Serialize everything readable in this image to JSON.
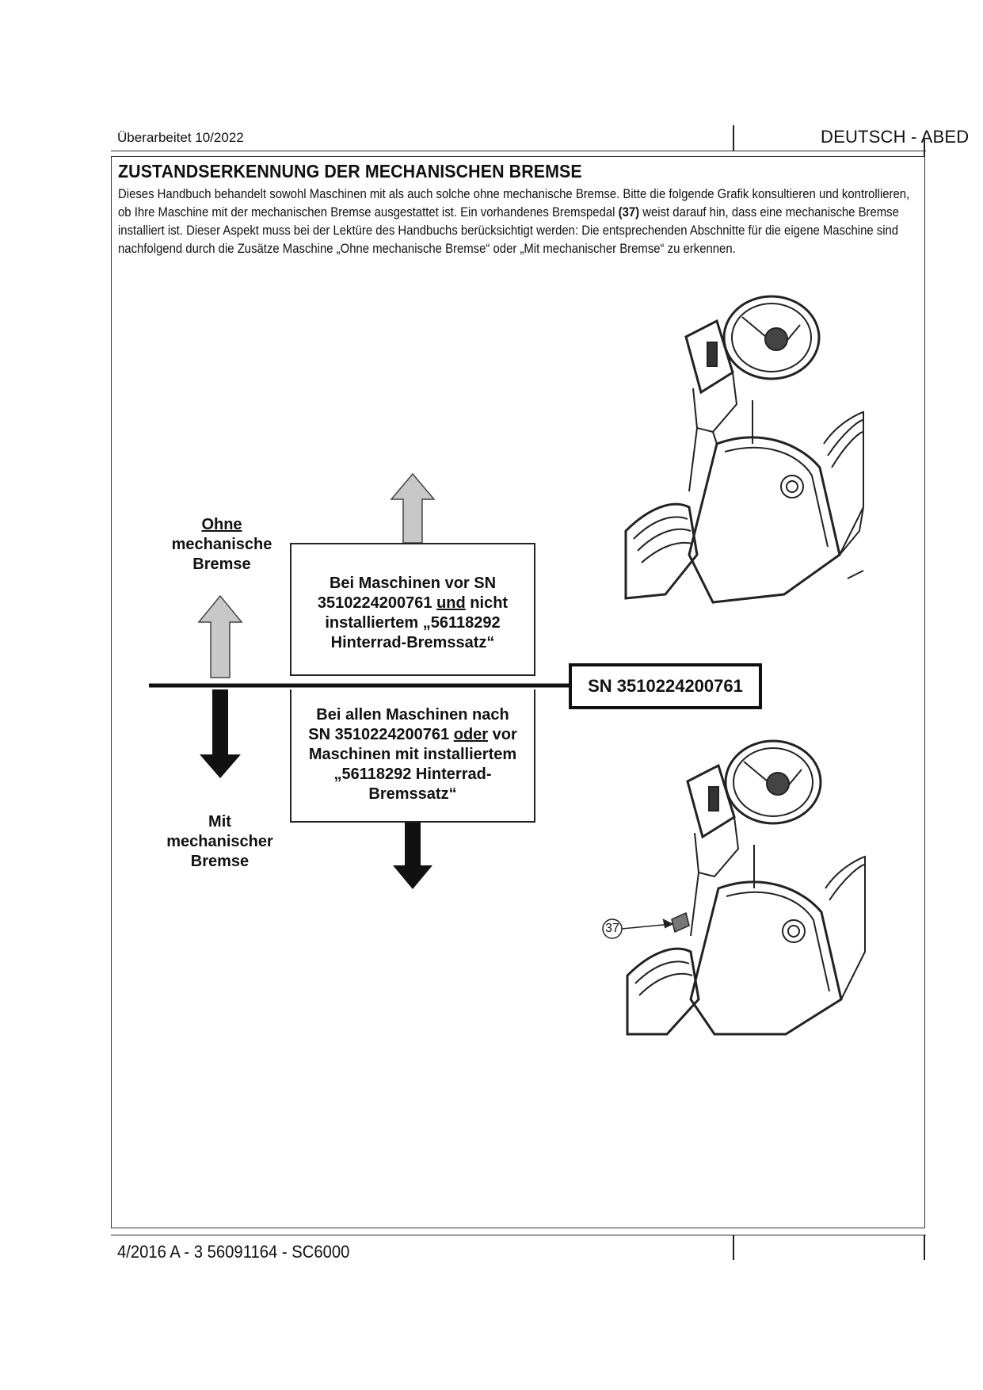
{
  "header": {
    "revision": "Überarbeitet 10/2022",
    "language": "DEUTSCH - ABED"
  },
  "section": {
    "title": "ZUSTANDSERKENNUNG DER MECHANISCHEN BREMSE",
    "intro_part1": "Dieses Handbuch behandelt sowohl Maschinen mit als auch solche ohne mechanische Bremse.  Bitte die folgende Grafik konsultieren und kontrollieren, ob Ihre Maschine mit der mechanischen Bremse ausgestattet ist. Ein vorhandenes Bremspedal ",
    "intro_ref": "(37)",
    "intro_part2": " weist darauf hin, dass eine mechanische Bremse installiert ist.  Dieser Aspekt muss bei der Lektüre des Handbuchs berücksichtigt werden: Die entsprechenden Abschnitte für die eigene Maschine sind nachfolgend durch die Zusätze Maschine „Ohne mechanische Bremse“ oder „Mit mechanischer Bremse“ zu erkennen."
  },
  "diagram": {
    "without_label_line1": "Ohne",
    "without_label_line2": "mechanische",
    "without_label_line3": "Bremse",
    "with_label_line1": "Mit",
    "with_label_line2": "mechanischer",
    "with_label_line3": "Bremse",
    "box_before": {
      "line1": "Bei Maschinen vor SN",
      "line2_pre": "3510224200761 ",
      "line2_u": "und",
      "line2_post": " nicht",
      "line3": "installiertem „56118292",
      "line4": "Hinterrad-Bremssatz“"
    },
    "box_after": {
      "line1": "Bei allen Maschinen nach",
      "line2_pre": "SN 3510224200761 ",
      "line2_u": "oder",
      "line2_post": " vor",
      "line3": "Maschinen mit installiertem",
      "line4": "„56118292 Hinterrad-",
      "line5": "Bremssatz“"
    },
    "serial_number": "SN 3510224200761",
    "pedal_callout": "37"
  },
  "footer": {
    "doc_ref": "4/2016 A - 3 56091164 - SC6000"
  }
}
